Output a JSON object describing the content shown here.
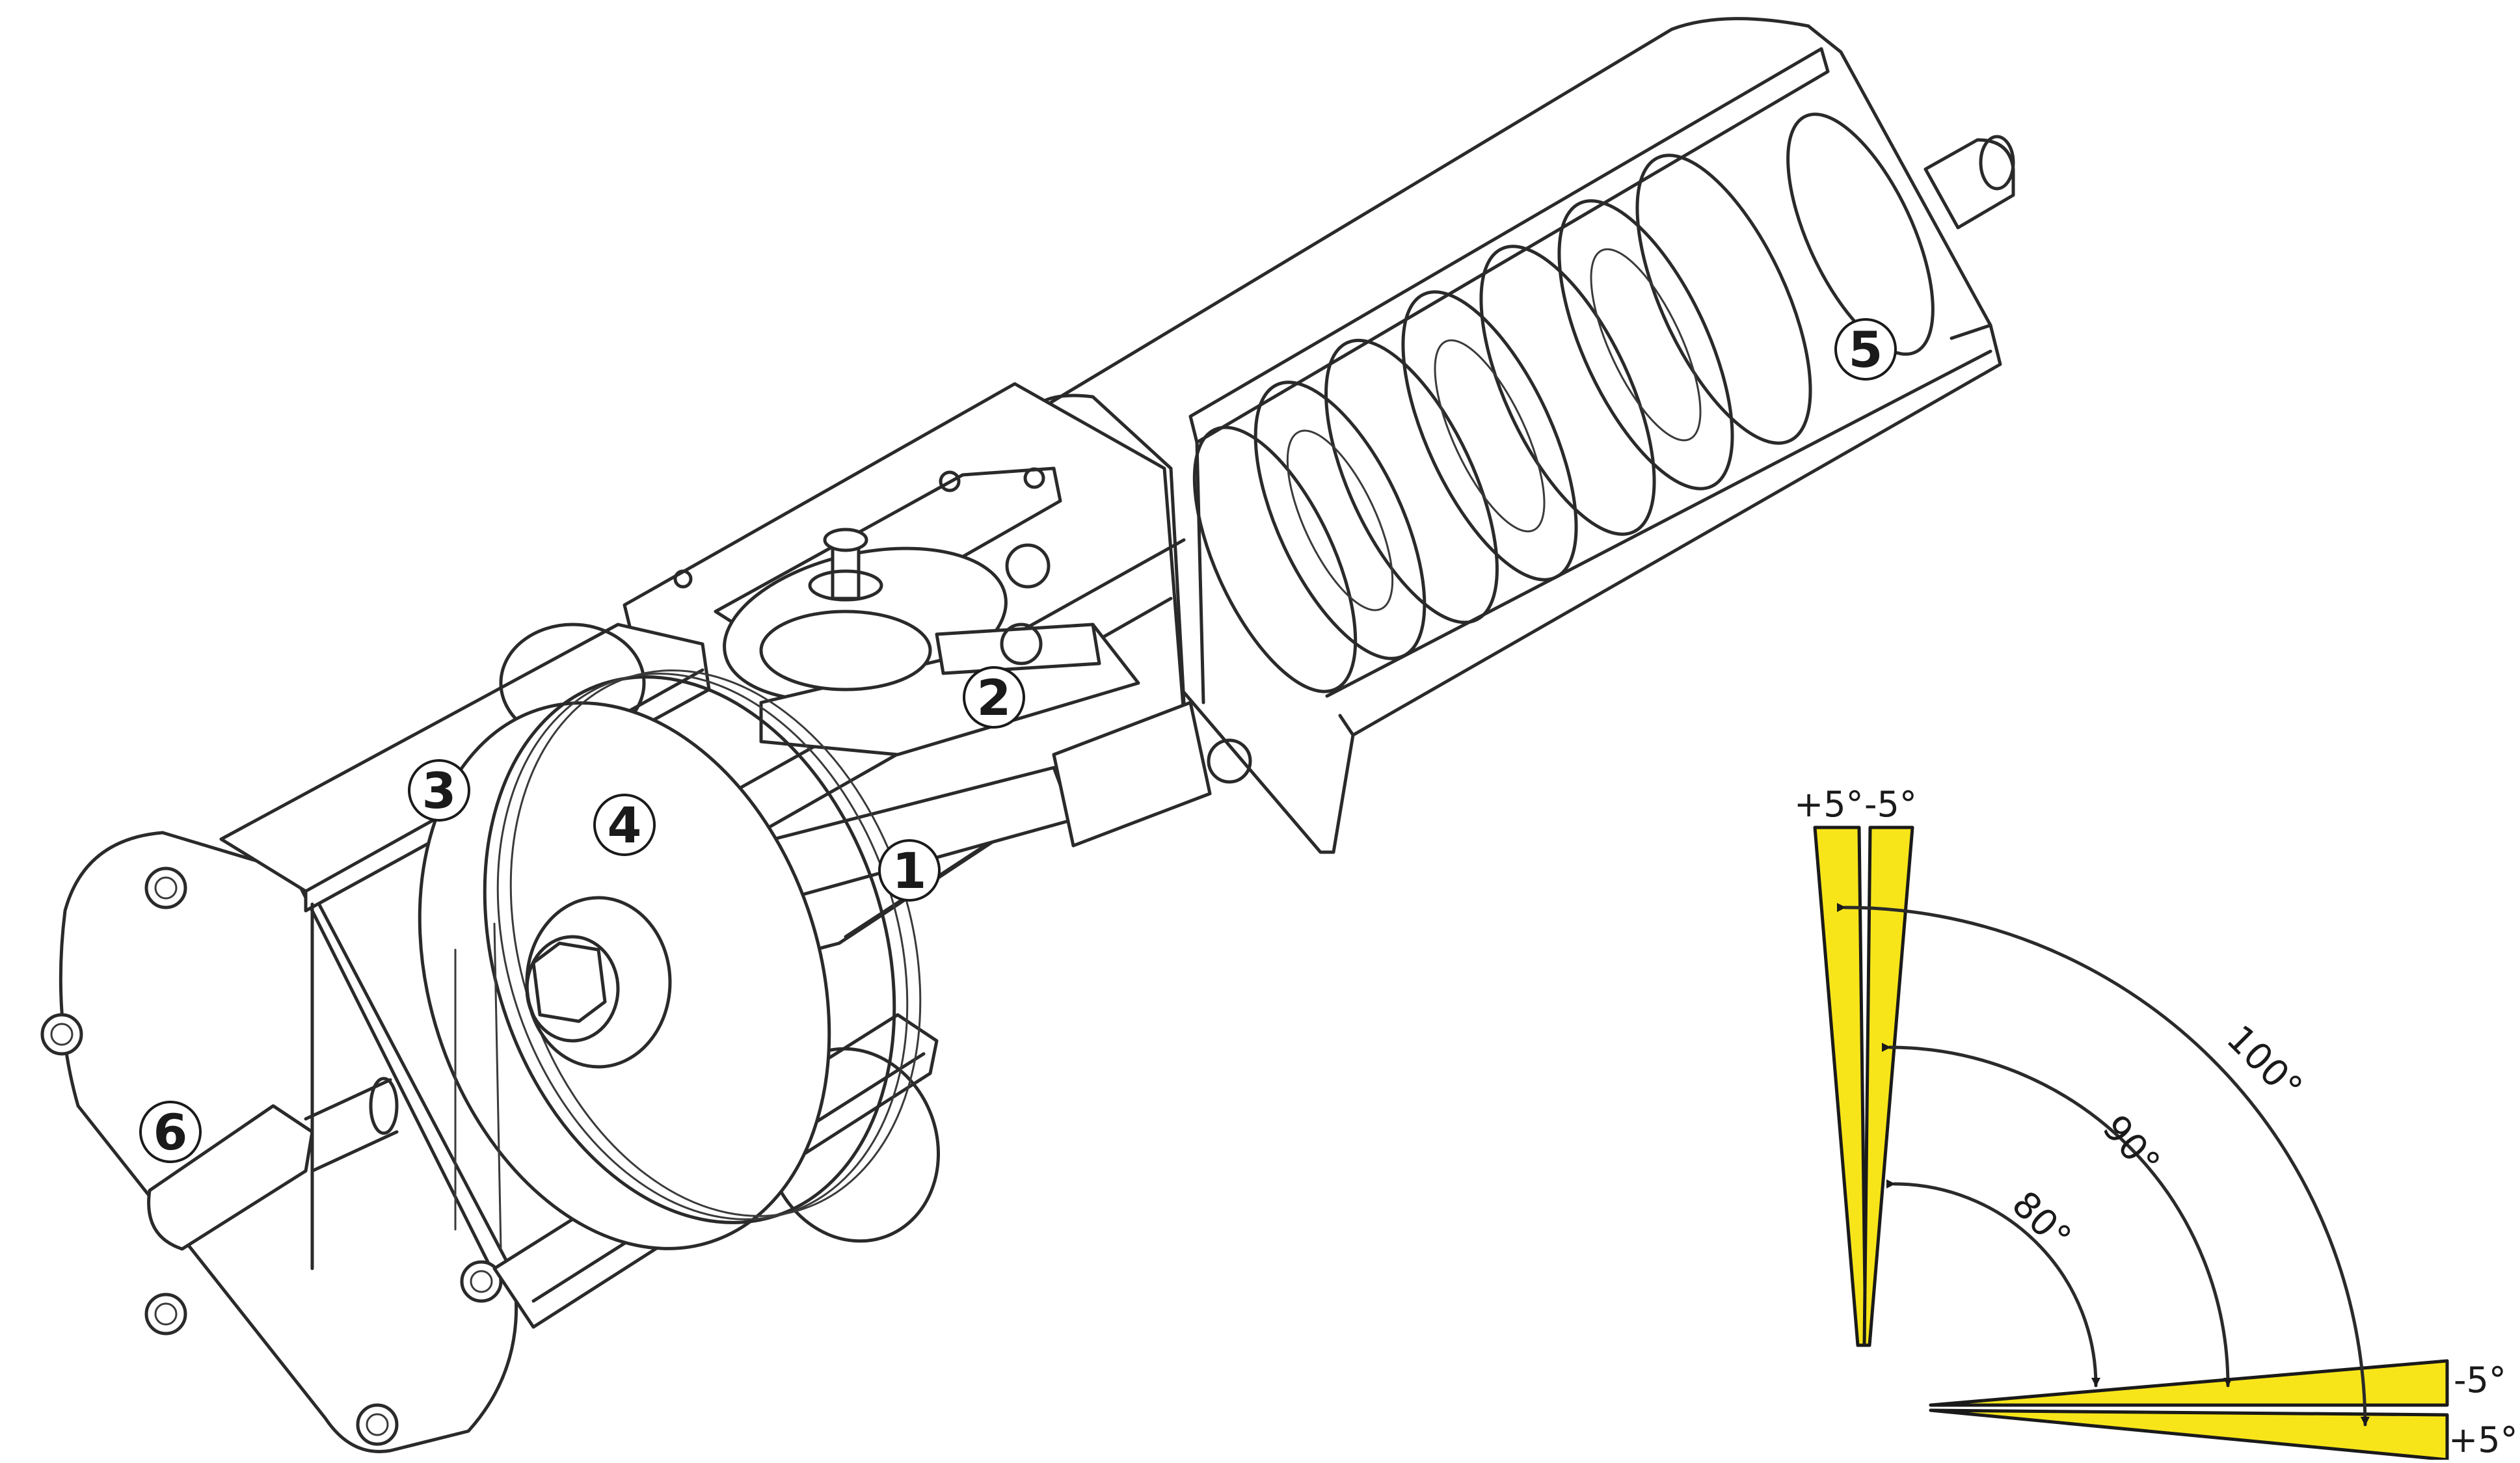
{
  "colors": {
    "line": "#2a2a2a",
    "wedge_fill": "#f7e51a",
    "background": "#ffffff"
  },
  "callouts": [
    {
      "id": "1",
      "label": "1"
    },
    {
      "id": "2",
      "label": "2"
    },
    {
      "id": "3",
      "label": "3"
    },
    {
      "id": "4",
      "label": "4"
    },
    {
      "id": "5",
      "label": "5"
    },
    {
      "id": "6",
      "label": "6"
    }
  ],
  "angle_diagram": {
    "angles": [
      {
        "id": "a80",
        "value": 80,
        "label": "80°"
      },
      {
        "id": "a90",
        "value": 90,
        "label": "90°"
      },
      {
        "id": "a100",
        "value": 100,
        "label": "100°"
      }
    ],
    "tolerances": {
      "top_plus": "+5°",
      "top_minus": "-5°",
      "right_minus": "-5°",
      "right_plus": "+5°"
    }
  }
}
